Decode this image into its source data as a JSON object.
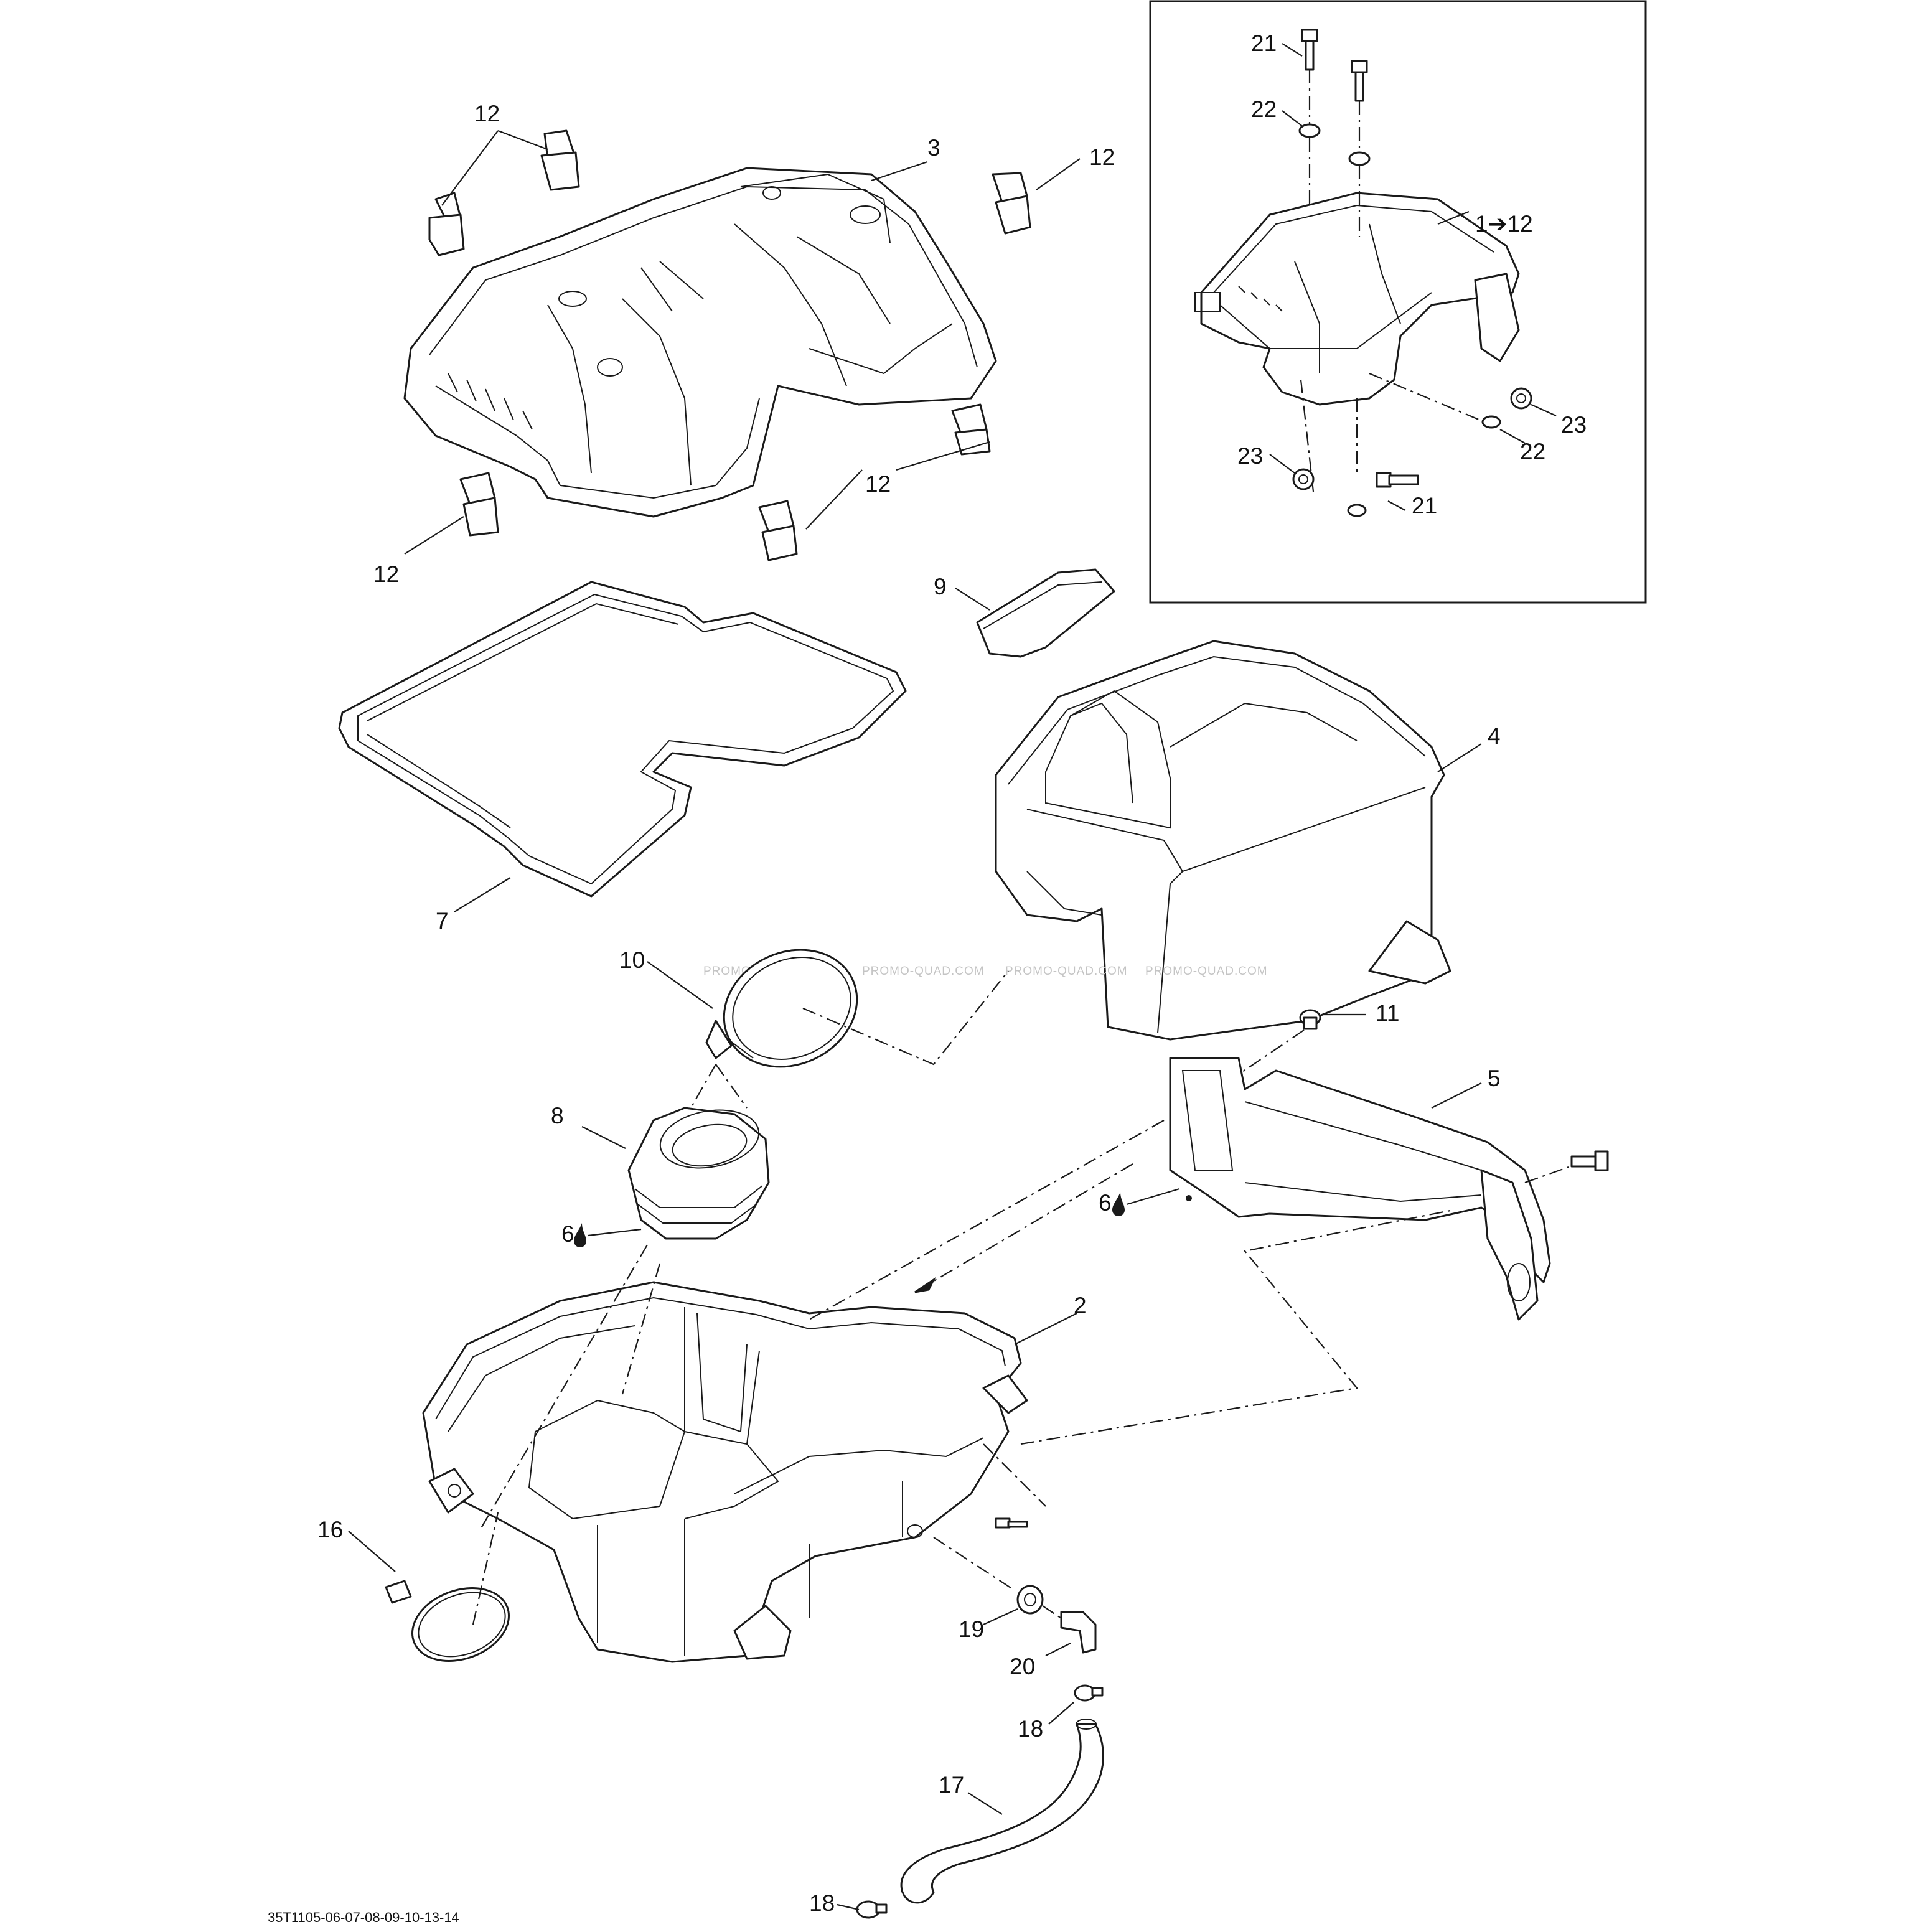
{
  "diagram": {
    "drawing_code": "35T1105-06-07-08-09-10-13-14",
    "watermark": "PROMO-QUAD.COM",
    "inset_reference": "1➔12",
    "callouts": {
      "c1": "1",
      "c2": "2",
      "c3": "3",
      "c4": "4",
      "c5": "5",
      "c6": "6",
      "c7": "7",
      "c8": "8",
      "c9": "9",
      "c10": "10",
      "c11": "11",
      "c12": "12",
      "c16": "16",
      "c17": "17",
      "c18": "18",
      "c19": "19",
      "c20": "20",
      "c21": "21",
      "c22": "22",
      "c23": "23"
    }
  }
}
